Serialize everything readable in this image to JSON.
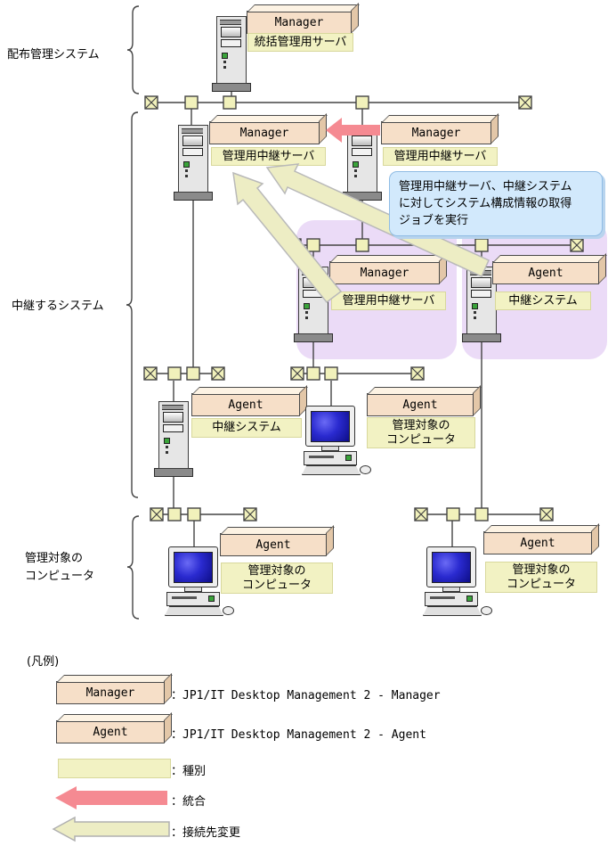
{
  "sections": {
    "distribution_label": "配布管理システム",
    "relay_label": "中継するシステム",
    "managed_label": "管理対象の\nコンピュータ"
  },
  "nodes": {
    "integrated_manager": {
      "product": "Manager",
      "type": "統括管理用サーバ"
    },
    "relay_manager_top_left": {
      "product": "Manager",
      "type": "管理用中継サーバ"
    },
    "relay_manager_top_right": {
      "product": "Manager",
      "type": "管理用中継サーバ"
    },
    "relay_manager_mid": {
      "product": "Manager",
      "type": "管理用中継サーバ"
    },
    "relay_system_mid": {
      "product": "Agent",
      "type": "中継システム"
    },
    "relay_system_lower": {
      "product": "Agent",
      "type": "中継システム"
    },
    "managed_computer_mid": {
      "product": "Agent",
      "type": "管理対象の\nコンピュータ"
    },
    "managed_computer_bottom_left": {
      "product": "Agent",
      "type": "管理対象の\nコンピュータ"
    },
    "managed_computer_bottom_right": {
      "product": "Agent",
      "type": "管理対象の\nコンピュータ"
    }
  },
  "callout": {
    "text": "管理用中継サーバ、中継システム\nに対してシステム構成情報の取得\nジョブを実行"
  },
  "legend": {
    "title": "(凡例)",
    "manager": {
      "box": "Manager",
      "desc": "：JP1/IT Desktop Management 2 - Manager"
    },
    "agent": {
      "box": "Agent",
      "desc": "：JP1/IT Desktop Management 2 - Agent"
    },
    "type_swatch_desc": "：種別",
    "integration_desc": "：統合",
    "reconnect_desc": "：接続先変更"
  },
  "colors": {
    "box_face": "#f6dfc8",
    "box_top": "#fdf3e4",
    "box_side": "#e3c7a8",
    "tag_fill": "#f2f2c3",
    "connector_fill": "#f1f1bb",
    "group_highlight": "#ebdbf7",
    "callout_fill": "#d2e9fc",
    "integration_arrow": "#f58a92",
    "reconnect_arrow": "#ededc4"
  }
}
